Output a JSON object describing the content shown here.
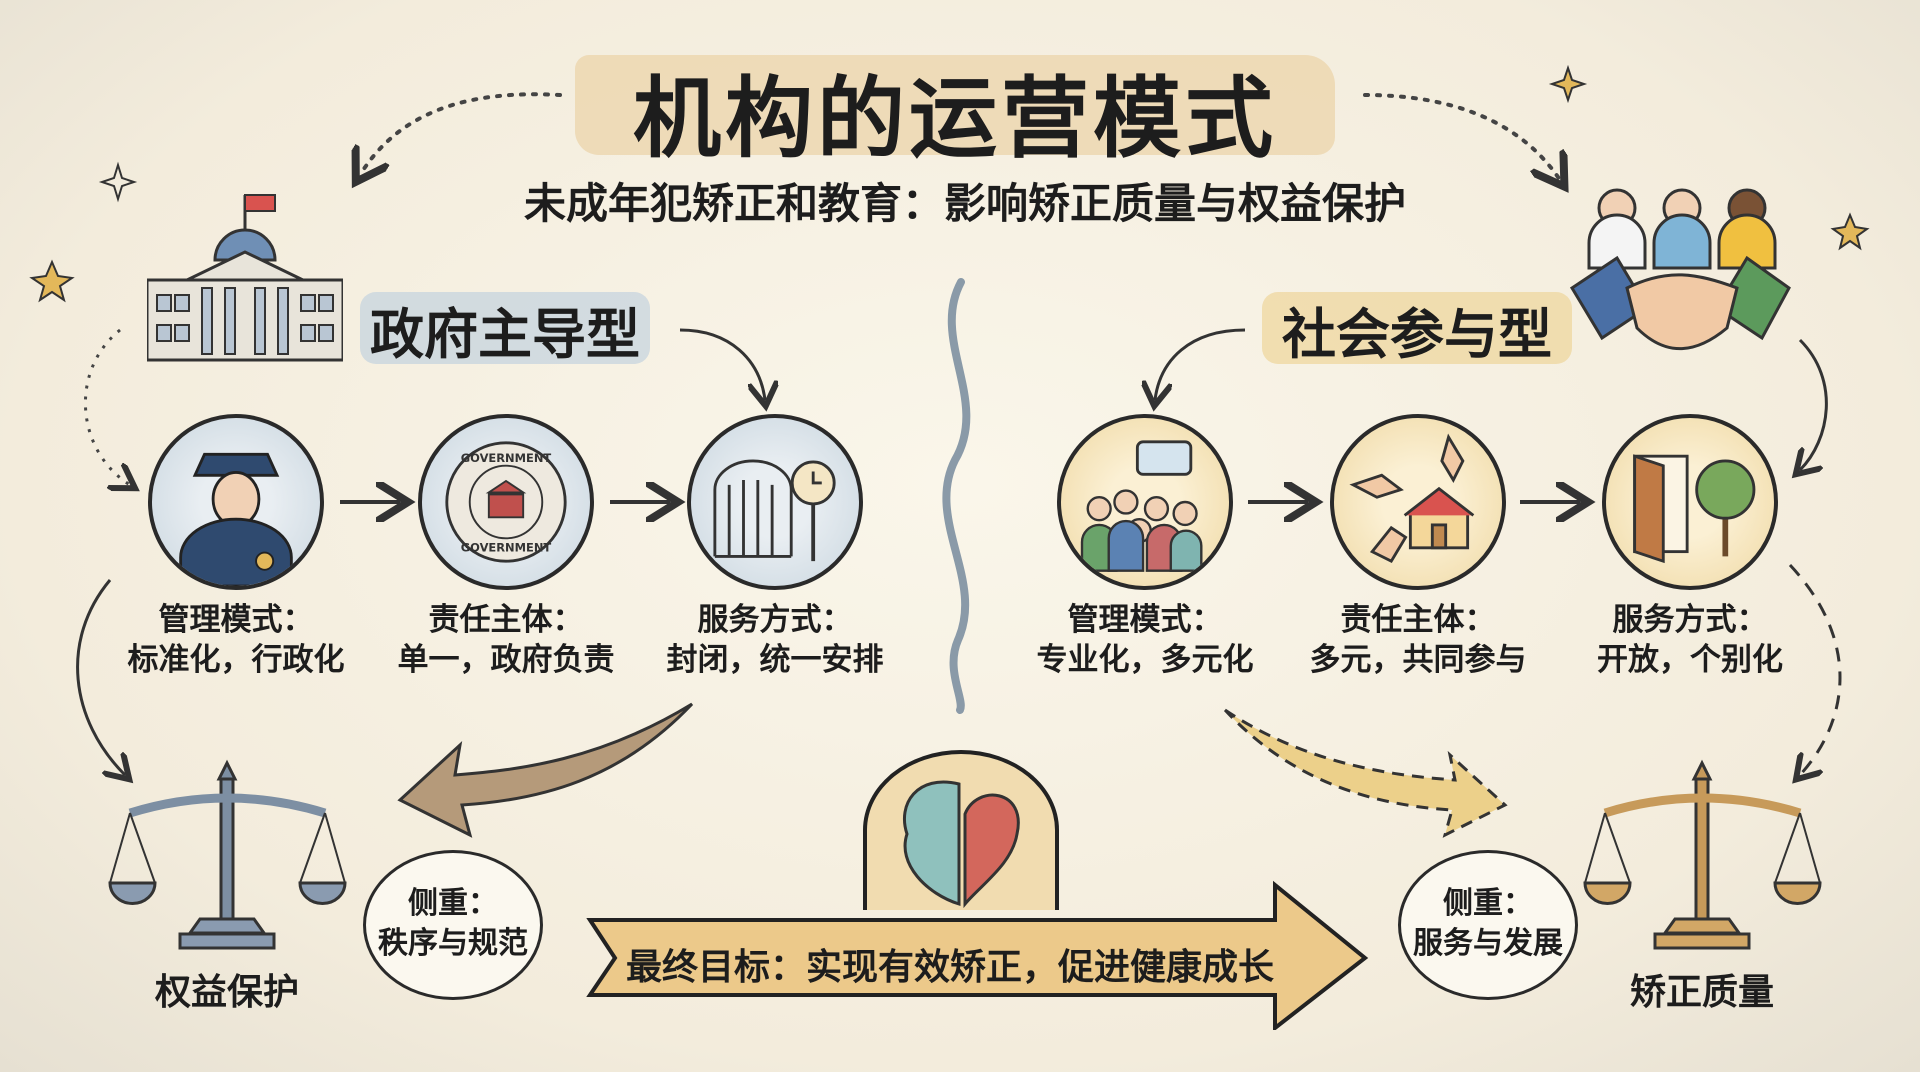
{
  "title": "机构的运营模式",
  "subtitle": "未成年犯矫正和教育：影响矫正质量与权益保护",
  "left_model": {
    "heading": "政府主导型",
    "steps": [
      {
        "icon": "police-officer-icon",
        "label": "管理模式：",
        "value": "标准化，行政化"
      },
      {
        "icon": "government-seal-icon",
        "seal_text": "GOVERNMENT",
        "label": "责任主体：",
        "value": "单一，政府负责"
      },
      {
        "icon": "gate-clock-icon",
        "label": "服务方式：",
        "value": "封闭，统一安排"
      }
    ],
    "outcome": "权益保护",
    "focus_title": "侧重：",
    "focus_value": "秩序与规范"
  },
  "right_model": {
    "heading": "社会参与型",
    "steps": [
      {
        "icon": "community-group-icon",
        "label": "管理模式：",
        "value": "专业化，多元化"
      },
      {
        "icon": "hands-house-icon",
        "label": "责任主体：",
        "value": "多元，共同参与"
      },
      {
        "icon": "open-door-tree-icon",
        "label": "服务方式：",
        "value": "开放，个别化"
      }
    ],
    "outcome": "矫正质量",
    "focus_title": "侧重：",
    "focus_value": "服务与发展"
  },
  "goal": "最终目标：实现有效矫正，促进健康成长",
  "colors": {
    "gov_accent": "#c9d6df",
    "social_accent": "#efd8a2",
    "scale_left": "#7d8fa3",
    "scale_right": "#c79a5a",
    "arrow_brown": "#b59a7a",
    "banner": "#ecc98a"
  }
}
